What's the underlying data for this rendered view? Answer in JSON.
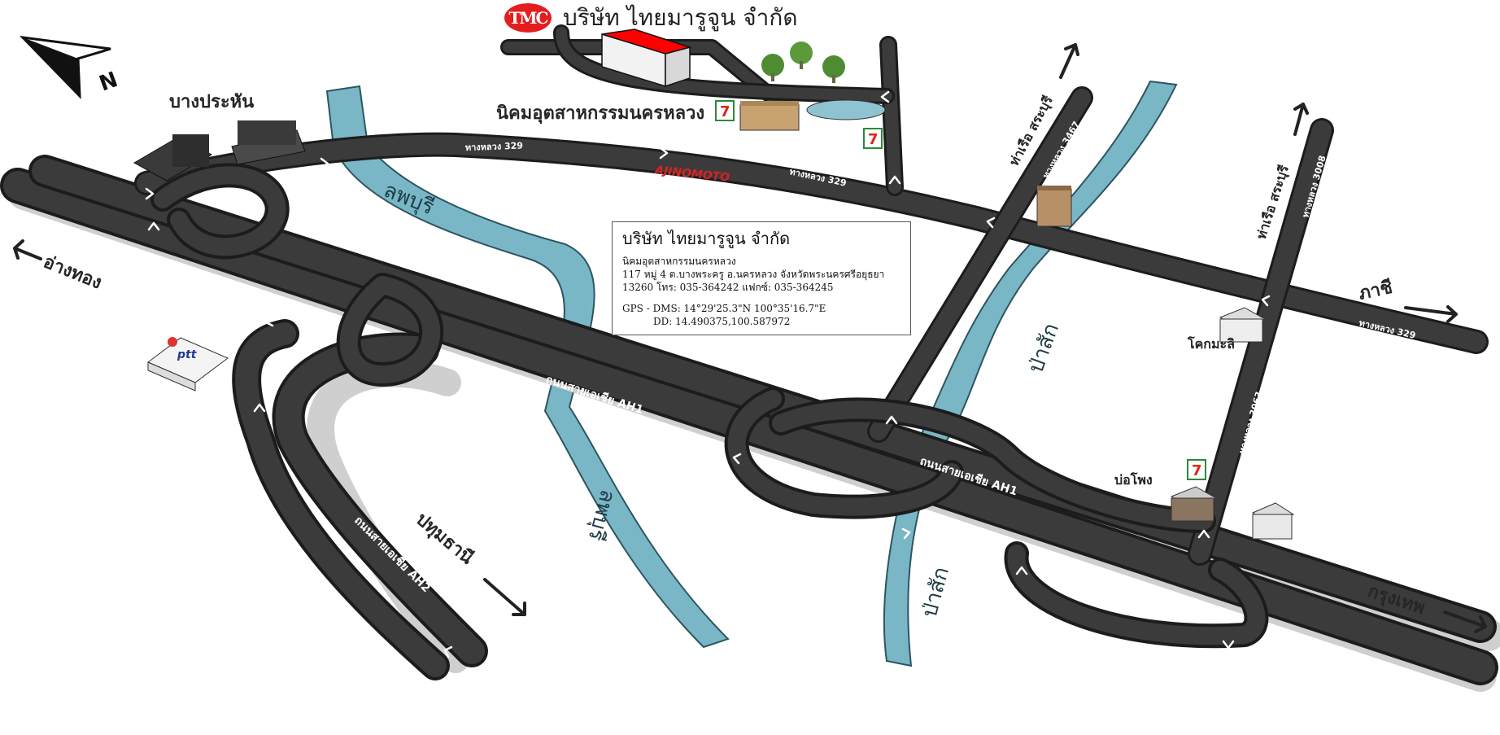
{
  "header": {
    "logo_text": "TMC",
    "company_name": "บริษัท ไทยมารูจูน จำกัด"
  },
  "info_box": {
    "title": "บริษัท ไทยมารูจูน จำกัด",
    "estate": "นิคมอุตสาหกรรมนครหลวง",
    "address1": "117 หมู่ 4 ต.บางพระครู อ.นครหลวง จังหวัดพระนครศรีอยุธยา",
    "address2": "13260 โทร: 035-364242 แฟกซ์: 035-364245",
    "gps_dms": "GPS - DMS: 14°29'25.3\"N 100°35'16.7\"E",
    "gps_dd": "DD: 14.490375,100.587972"
  },
  "places": {
    "bang_prahan": "บางประหัน",
    "estate": "นิคมอุตสาหกรรมนครหลวง",
    "ang_thong": "อ่างทอง",
    "pathum_thani": "ปทุมธานี",
    "bangkok": "กรุงเทพ",
    "phachi": "ภาชี",
    "khok_mali": "โคกมะลิ",
    "bo_phong": "บ่อโพง",
    "tha_ruea_1": "ท่าเรือ สระบุรี",
    "tha_ruea_2": "ท่าเรือ สระบุรี"
  },
  "roads": {
    "hwy329_a": "ทางหลวง 329",
    "hwy329_b": "ทางหลวง 329",
    "hwy329_c": "ทางหลวง 329",
    "hwy3467": "ทางหลวง 3467",
    "hwy3008": "ทางหลวง 3008",
    "hwy3063": "ทางหลวง 3063",
    "ah1_a": "ถนนสายเอเชีย AH1",
    "ah1_b": "ถนนสายเอเชีย AH1",
    "ah2": "ถนนสายเอเชีย AH2"
  },
  "rivers": {
    "lopburi_a": "ลพบุรี",
    "lopburi_b": "ลพบุรี",
    "pasak_a": "ป่าสัก",
    "pasak_b": "ป่าสัก"
  },
  "landmarks": {
    "ajinomoto": "AJINOMOTO",
    "ptt": "ptt",
    "seven_eleven": "7"
  },
  "compass": {
    "label": "N"
  },
  "colors": {
    "road": "#3b3b3b",
    "river": "#79b7c7",
    "building_roof": "#ff0000",
    "brand_red": "#e41e1e"
  }
}
